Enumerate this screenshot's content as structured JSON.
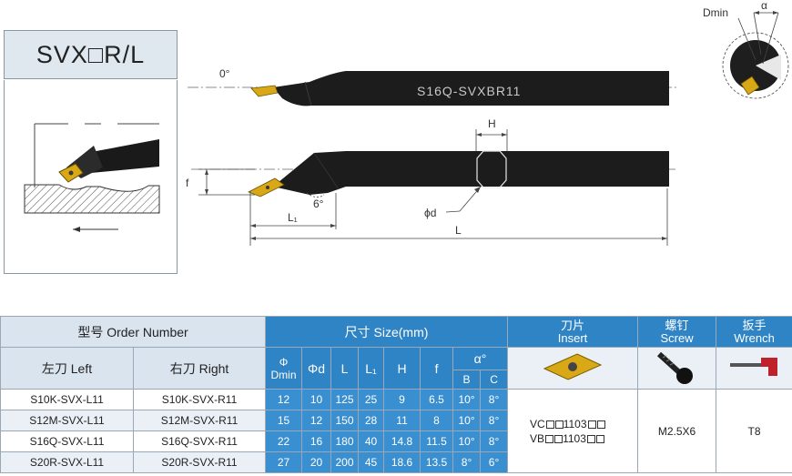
{
  "title": "SVX□R/L",
  "drawing": {
    "angle_top": "0°",
    "tool_engraving": "S16Q-SVXBR11",
    "h_label": "H",
    "f_label": "f",
    "six_deg": "6°",
    "l1_label": "L₁",
    "phid_label": "ϕd",
    "l_label": "L",
    "dmin_label": "Dmin",
    "alpha_label": "α"
  },
  "table": {
    "order_number": "型号 Order Number",
    "size": "尺寸 Size(mm)",
    "insert_cn": "刀片",
    "insert_en": "Insert",
    "screw_cn": "螺钉",
    "screw_en": "Screw",
    "wrench_cn": "扳手",
    "wrench_en": "Wrench",
    "left": "左刀 Left",
    "right": "右刀 Right",
    "col_phi": "Φ",
    "col_dmin": "Dmin",
    "col_phid": "Φd",
    "col_L": "L",
    "col_L1": "L₁",
    "col_H": "H",
    "col_f": "f",
    "col_alpha": "α°",
    "col_B": "B",
    "col_C": "C",
    "rows": [
      {
        "left": "S10K-SVX-L11",
        "right": "S10K-SVX-R11",
        "dmin": "12",
        "d": "10",
        "L": "125",
        "L1": "25",
        "H": "9",
        "f": "6.5",
        "B": "10°",
        "C": "8°"
      },
      {
        "left": "S12M-SVX-L11",
        "right": "S12M-SVX-R11",
        "dmin": "15",
        "d": "12",
        "L": "150",
        "L1": "28",
        "H": "11",
        "f": "8",
        "B": "10°",
        "C": "8°"
      },
      {
        "left": "S16Q-SVX-L11",
        "right": "S16Q-SVX-R11",
        "dmin": "22",
        "d": "16",
        "L": "180",
        "L1": "40",
        "H": "14.8",
        "f": "11.5",
        "B": "10°",
        "C": "8°"
      },
      {
        "left": "S20R-SVX-L11",
        "right": "S20R-SVX-R11",
        "dmin": "27",
        "d": "20",
        "L": "200",
        "L1": "45",
        "H": "18.6",
        "f": "13.5",
        "B": "8°",
        "C": "6°"
      }
    ],
    "insert_vc": "VC",
    "insert_vb": "VB",
    "insert_code": "1103",
    "screw_value": "M2.5X6",
    "wrench_value": "T8"
  }
}
